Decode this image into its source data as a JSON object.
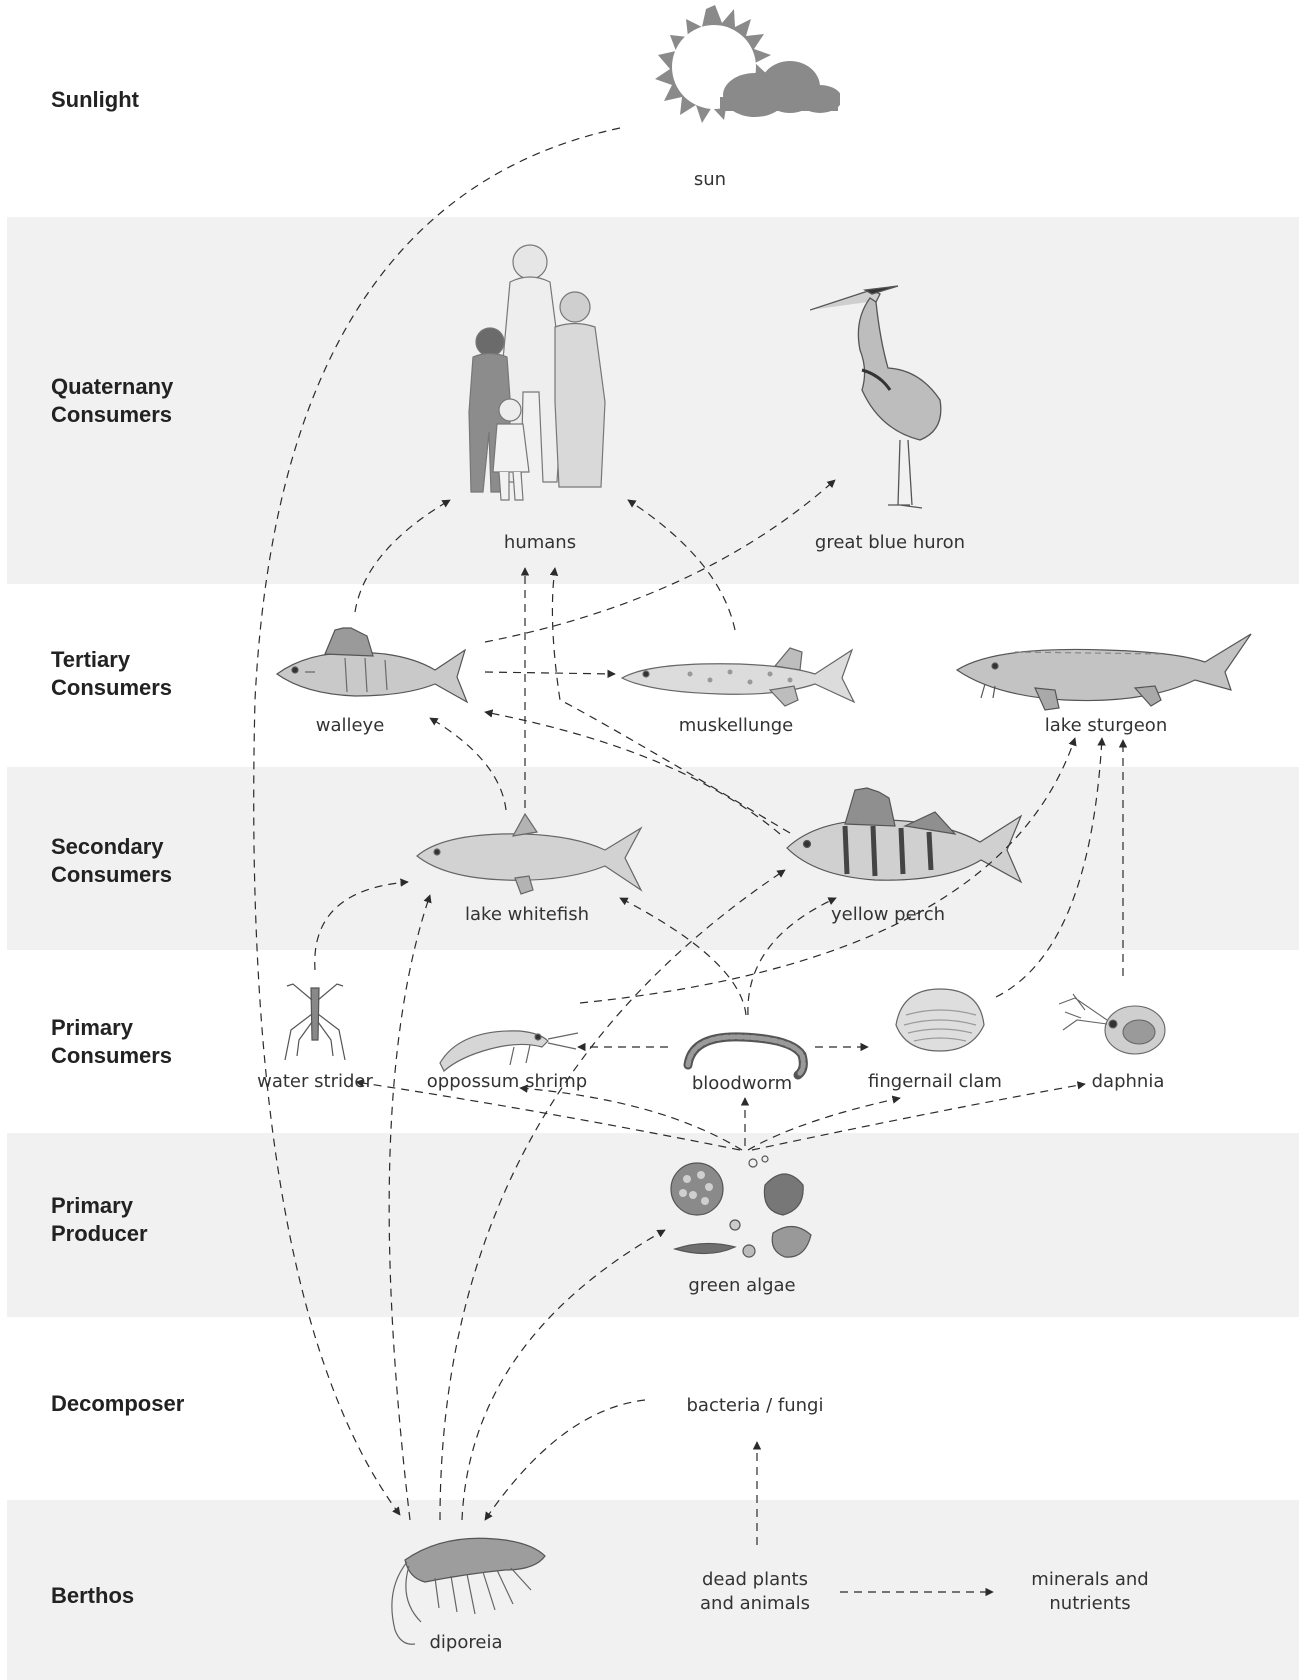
{
  "levels": [
    {
      "key": "sunlight",
      "label": "Sunlight"
    },
    {
      "key": "quaternary",
      "label": "Quaternany\nConsumers"
    },
    {
      "key": "tertiary",
      "label": "Tertiary\nConsumers"
    },
    {
      "key": "secondary",
      "label": "Secondary\nConsumers"
    },
    {
      "key": "primary_consumers",
      "label": "Primary\nConsumers"
    },
    {
      "key": "primary_producer",
      "label": "Primary\nProducer"
    },
    {
      "key": "decomposer",
      "label": "Decomposer"
    },
    {
      "key": "benthos",
      "label": "Berthos"
    }
  ],
  "organisms": {
    "sun": "sun",
    "humans": "humans",
    "heron": "great blue huron",
    "walleye": "walleye",
    "muskellunge": "muskellunge",
    "sturgeon": "lake sturgeon",
    "whitefish": "lake whitefish",
    "perch": "yellow perch",
    "strider": "water strider",
    "shrimp": "oppossum shrimp",
    "bloodworm": "bloodworm",
    "clam": "fingernail clam",
    "daphnia": "daphnia",
    "algae": "green algae",
    "bacteria": "bacteria / fungi",
    "diporeia": "diporeia",
    "dead": "dead plants\nand animals",
    "minerals": "minerals and\nnutrients"
  },
  "colors": {
    "band": "#f1f1f2",
    "ink": "#2b2b2b",
    "sun": "#8a8a8a"
  },
  "icons": [
    "sun-icon",
    "cloud-icon",
    "humans-figure",
    "heron-figure",
    "fish-figure",
    "shrimp-figure",
    "worm-figure",
    "clam-figure",
    "daphnia-figure",
    "algae-figure",
    "amphipod-figure"
  ]
}
